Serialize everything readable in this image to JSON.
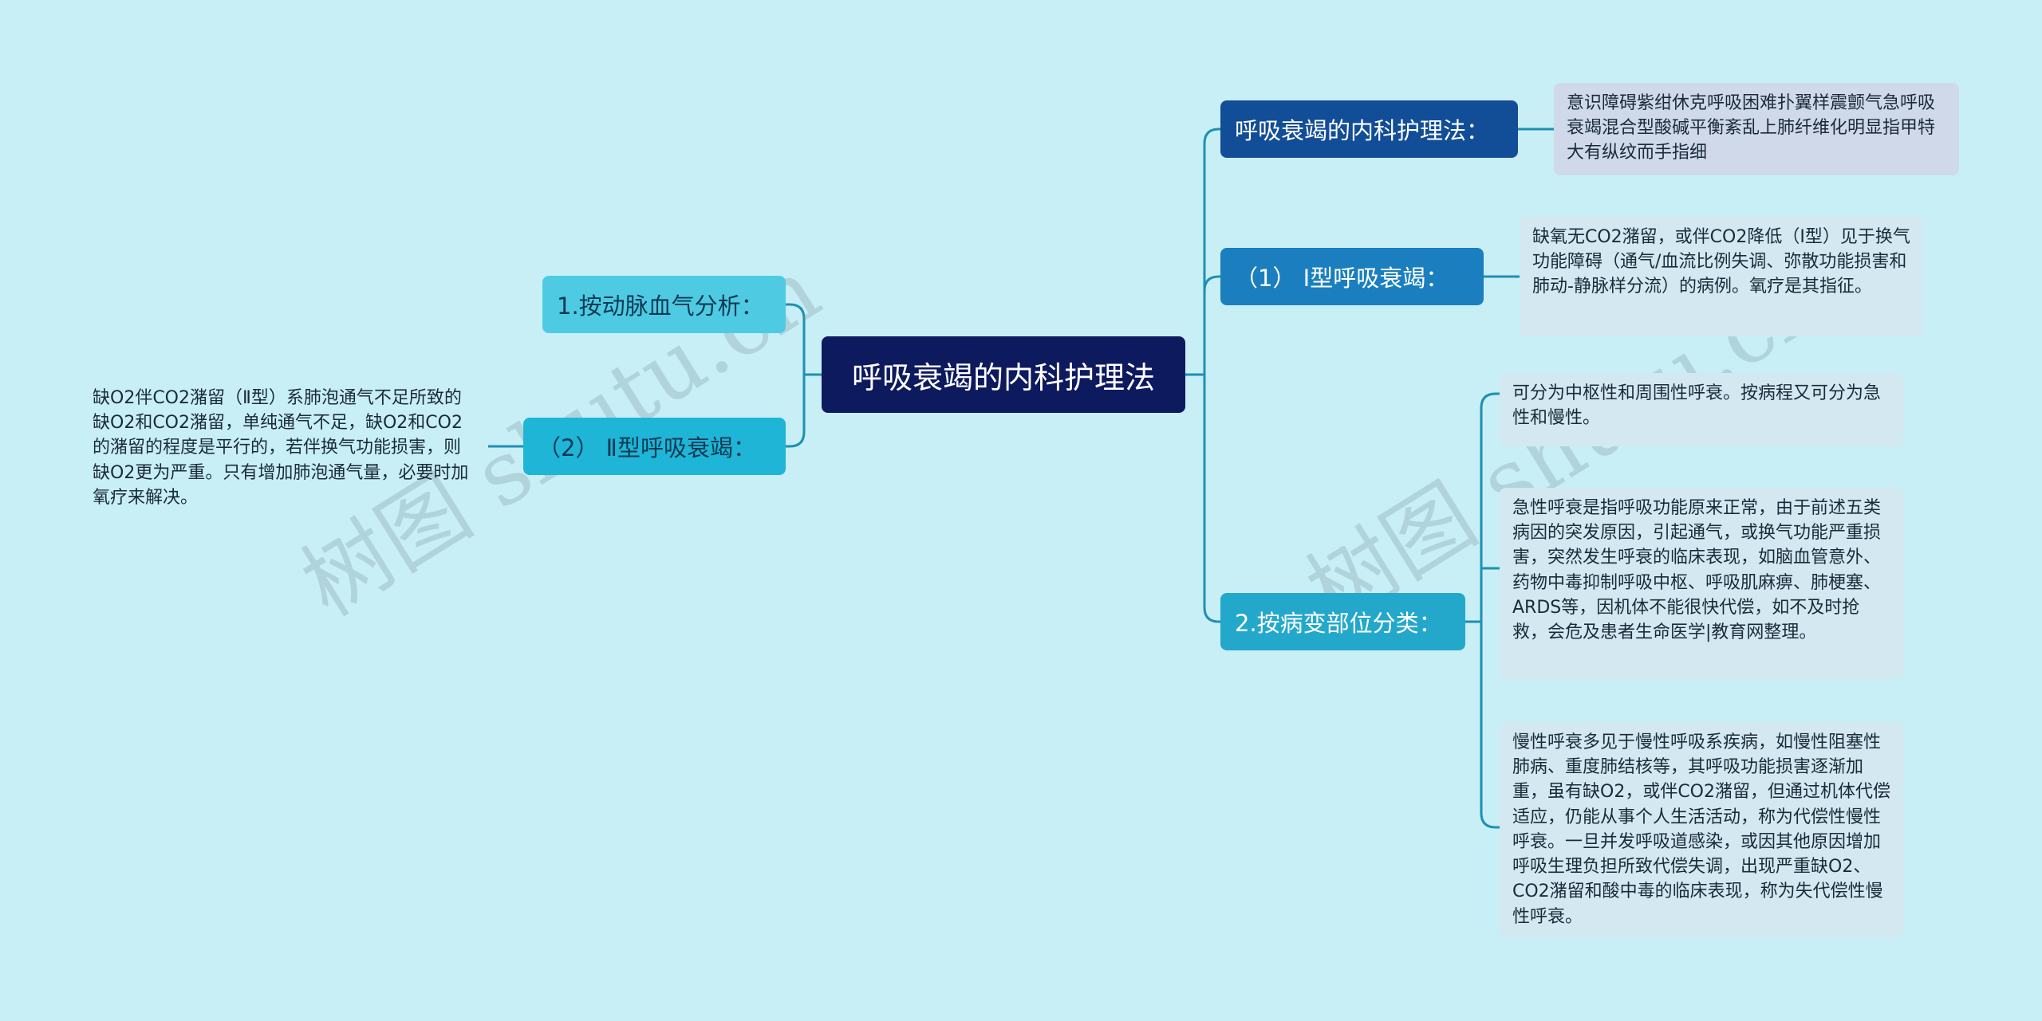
{
  "root": {
    "label": "呼吸衰竭的内科护理法"
  },
  "right": [
    {
      "label": "呼吸衰竭的内科护理法：",
      "children": [
        "意识障碍紫绀休克呼吸困难扑翼样震颤气急呼吸衰竭混合型酸碱平衡紊乱上肺纤维化明显指甲特大有纵纹而手指细"
      ]
    },
    {
      "label": "（1） Ⅰ型呼吸衰竭：",
      "children": [
        "缺氧无CO2潴留，或伴CO2降低（Ⅰ型）见于换气功能障碍（通气/血流比例失调、弥散功能损害和肺动-静脉样分流）的病例。氧疗是其指征。"
      ]
    },
    {
      "label": "2.按病变部位分类：",
      "children": [
        "可分为中枢性和周围性呼衰。按病程又可分为急性和慢性。",
        "急性呼衰是指呼吸功能原来正常，由于前述五类病因的突发原因，引起通气，或换气功能严重损害，突然发生呼衰的临床表现，如脑血管意外、药物中毒抑制呼吸中枢、呼吸肌麻痹、肺梗塞、ARDS等，因机体不能很快代偿，如不及时抢救，会危及患者生命医学|教育网整理。",
        "慢性呼衰多见于慢性呼吸系疾病，如慢性阻塞性肺病、重度肺结核等，其呼吸功能损害逐渐加重，虽有缺O2，或伴CO2潴留，但通过机体代偿适应，仍能从事个人生活活动，称为代偿性慢性呼衰。一旦并发呼吸道感染，或因其他原因增加呼吸生理负担所致代偿失调，出现严重缺O2、CO2潴留和酸中毒的临床表现，称为失代偿性慢性呼衰。"
      ]
    }
  ],
  "left": [
    {
      "label": "1.按动脉血气分析：",
      "children": []
    },
    {
      "label": "（2） Ⅱ型呼吸衰竭：",
      "children": [
        "缺O2伴CO2潴留（Ⅱ型）系肺泡通气不足所致的缺O2和CO2潴留，单纯通气不足，缺O2和CO2的潴留的程度是平行的，若伴换气功能损害，则缺O2更为严重。只有增加肺泡通气量，必要时加氧疗来解决。"
      ]
    }
  ],
  "watermarks": [
    "树图 shutu.cn",
    "树图 shutu.cn"
  ],
  "colors": {
    "background": "#c8eff5",
    "root": "#0d1a5e",
    "line": "#1f8fb3"
  }
}
